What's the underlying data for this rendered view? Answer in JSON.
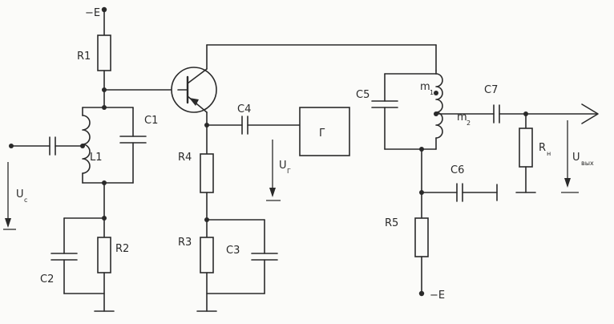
{
  "labels": {
    "neg_e_top": "−E",
    "r1": "R1",
    "c1": "C1",
    "l1": "L1",
    "u_c_main": "U",
    "u_c_sub": "c",
    "r2": "R2",
    "c2": "C2",
    "c4": "C4",
    "r4": "R4",
    "u_g_main": "U",
    "u_g_sub": "Г",
    "generator": "Г",
    "r3": "R3",
    "c3": "C3",
    "c5": "C5",
    "m1_main": "m",
    "m1_sub": "1",
    "m2_main": "m",
    "m2_sub": "2",
    "c7": "C7",
    "c6": "C6",
    "rn_main": "R",
    "rn_sub": "н",
    "u_out_main": "U",
    "u_out_sub": "вых",
    "r5": "R5",
    "neg_e_bottom": "−E"
  }
}
